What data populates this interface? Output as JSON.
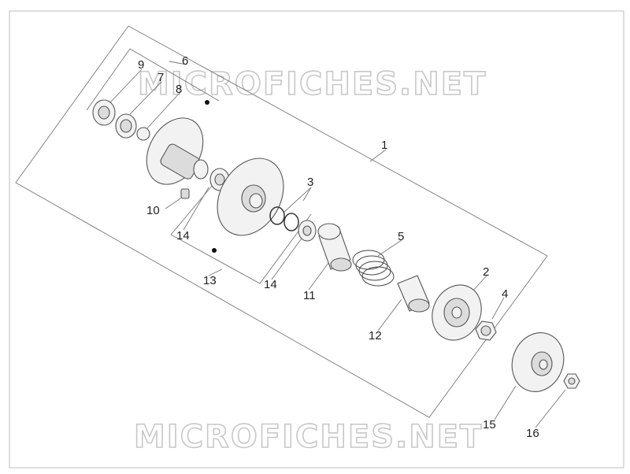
{
  "watermark": {
    "text": "MICROFICHES.NET"
  },
  "callouts": [
    {
      "id": "9",
      "text": "9"
    },
    {
      "id": "6",
      "text": "6"
    },
    {
      "id": "7",
      "text": "7"
    },
    {
      "id": "8",
      "text": "8"
    },
    {
      "id": "1",
      "text": "1"
    },
    {
      "id": "3",
      "text": "3"
    },
    {
      "id": "10",
      "text": "10"
    },
    {
      "id": "14a",
      "text": "14"
    },
    {
      "id": "5",
      "text": "5"
    },
    {
      "id": "2",
      "text": "2"
    },
    {
      "id": "4",
      "text": "4"
    },
    {
      "id": "13",
      "text": "13"
    },
    {
      "id": "14b",
      "text": "14"
    },
    {
      "id": "11",
      "text": "11"
    },
    {
      "id": "12",
      "text": "12"
    },
    {
      "id": "15",
      "text": "15"
    },
    {
      "id": "16",
      "text": "16"
    }
  ]
}
